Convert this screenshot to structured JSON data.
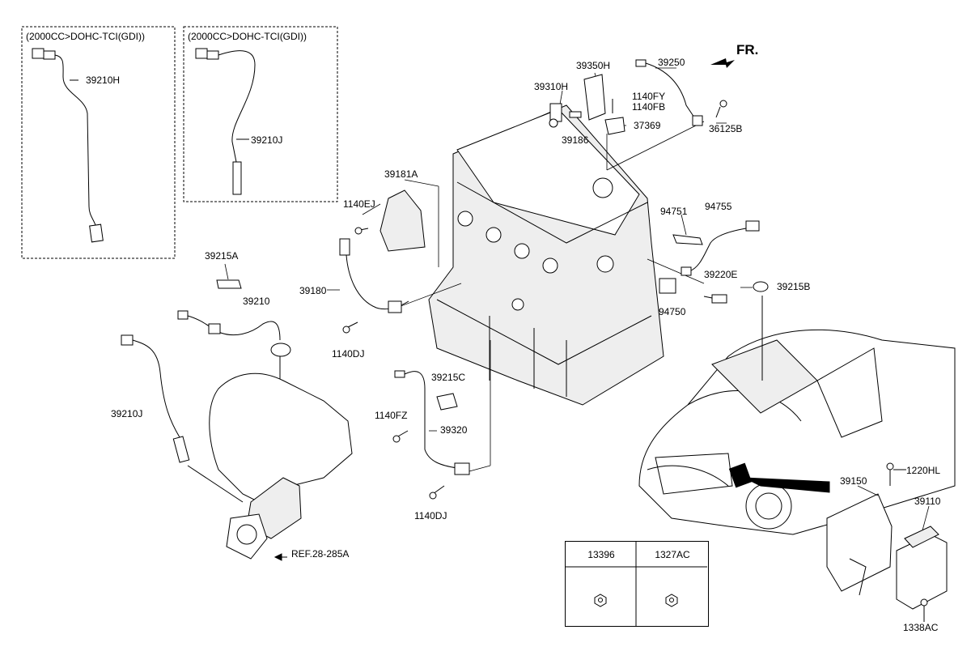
{
  "variant_boxes": [
    {
      "header": "(2000CC>DOHC-TCI(GDI))",
      "part": "39210H"
    },
    {
      "header": "(2000CC>DOHC-TCI(GDI))",
      "part": "39210J"
    }
  ],
  "front_arrow": "FR.",
  "labels": {
    "l39350H": "39350H",
    "l39250": "39250",
    "l39310H": "39310H",
    "l1140FY": "1140FY",
    "l1140FB": "1140FB",
    "l37369": "37369",
    "l36125B": "36125B",
    "l39186": "39186",
    "l39181A": "39181A",
    "l1140EJ": "1140EJ",
    "l94751": "94751",
    "l94755": "94755",
    "l39220E": "39220E",
    "l39215B": "39215B",
    "l94750": "94750",
    "l39215A": "39215A",
    "l39180": "39180",
    "l1140DJ_a": "1140DJ",
    "l39210": "39210",
    "l39215C": "39215C",
    "l1140FZ": "1140FZ",
    "l39320": "39320",
    "l39210J": "39210J",
    "l1140DJ_b": "1140DJ",
    "lREF": "REF.28-285A",
    "l1220HL": "1220HL",
    "l39150": "39150",
    "l39110": "39110",
    "l1338AC": "1338AC"
  },
  "fastener_table": {
    "columns": [
      "13396",
      "1327AC"
    ]
  }
}
